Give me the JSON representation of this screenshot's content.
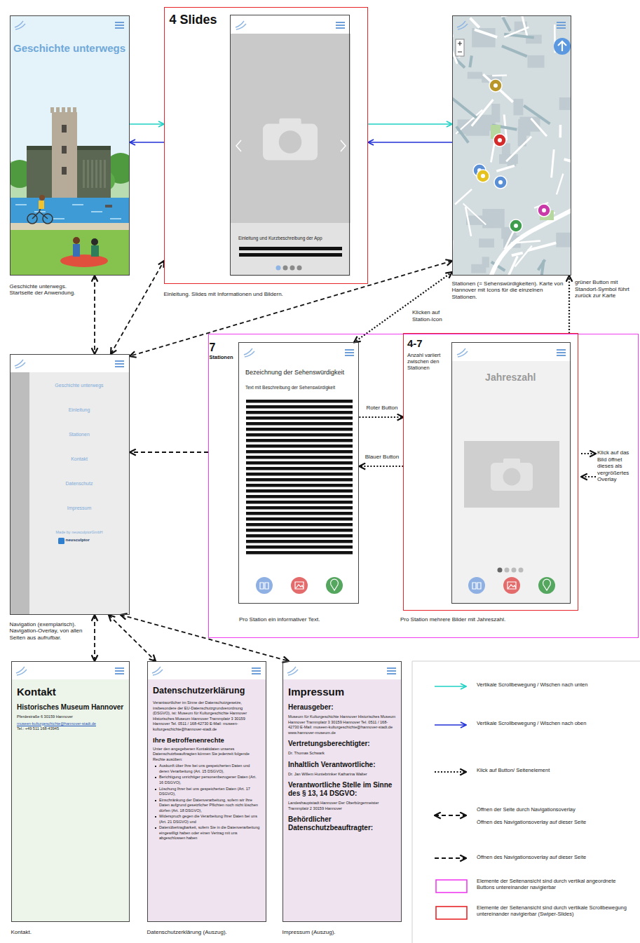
{
  "diagram": {
    "nodes": [
      {
        "text": [
          "Geschichte unterwegs",
          "Geschichte unterwegs. Startseite der Anwendung."
        ]
      },
      {
        "text": [
          "4 Slides",
          "Einleitung. Slides mit Informationen und Bildern."
        ]
      },
      {
        "text": [
          "Einleitung und Kurzbeschreibung der App"
        ],
        "in": 1
      },
      {
        "text": [
          "Stationen (= Sehenswürdigkeiten). Karte von Hannover mit Icons für die einzelnen Stationen."
        ]
      },
      {
        "text": [
          "Geschichte unterwegs",
          "Einleitung",
          "Stationen",
          "Kontakt",
          "Datenschutz",
          "Impressum",
          "Made by neusculptorGmbH",
          "neusculptor",
          "Navigation (exemplarisch). Navigation-Overlay, von allen Seiten aus aufrufbar."
        ]
      },
      {
        "text": [
          "7 Stationen"
        ]
      },
      {
        "text": [
          "Bezeichnung der Sehenswürdigkeit",
          "Text mit Beschreibung der Sehenswürdigkeit",
          "Pro Station ein informativer Text."
        ],
        "in": 5
      },
      {
        "text": [
          "4-7",
          "Anzahl variiert zwischen den Stationen",
          "Pro Station mehrere Bilder mit Jahreszahl."
        ],
        "in": 5
      },
      {
        "text": [
          "Jahreszahl"
        ],
        "in": 7
      },
      {
        "text": [
          "Kontakt",
          "Historisches Museum Hannover",
          "Pferdestraße 6 30159 Hannover",
          "museen-kulturgeschichte@hannover-stadt.de",
          "Tel.: +49 511 168-43945",
          "Kontakt."
        ]
      },
      {
        "text": [
          "Datenschutzerklärung",
          "Verantwortlicher im Sinne der Datenschutzgesetze, insbesondere der EU-Datenschutzgrundverordnung (DSGVO), ist: Museum für Kulturgeschichte Hannover Historisches Museum Hannover Trammplatz 3 30159 Hannover Tel. 0511 / 168-42730 E-Mail: museen-kulturgeschichte@hannover-stadt.de",
          "Ihre Betroffenenrechte",
          "Unter den angegebenen Kontaktdaten unseres Datenschutzbeauftragten können Sie jederzeit folgende Rechte ausüben:",
          "Auskunft über Ihre bei uns gespeicherten Daten und deren Verarbeitung (Art. 15 DSGVO),",
          "Berichtigung unrichtiger personenbezogener Daten (Art. 16 DSGVO),",
          "Löschung Ihrer bei uns gespeicherten Daten (Art. 17 DSGVO),",
          "Einschränkung der Datenverarbeitung, sofern wir Ihre Daten aufgrund gesetzlicher Pflichten noch nicht löschen dürfen (Art. 18 DSGVO),",
          "Widerspruch gegen die Verarbeitung Ihrer Daten bei uns (Art. 21 DSGVO) und",
          "Datenübertragbarkeit, sofern Sie in die Datenverarbeitung eingewilligt haben oder einen Vertrag mit uns abgeschlossen haben",
          "Datenschutzerklärung (Auszug)."
        ]
      },
      {
        "text": [
          "Impressum",
          "Herausgeber:",
          "Museum für Kulturgeschichte Hannover Historisches Museum Hannover Trammplatz 3 30159 Hannover Tel. 0511 / 168-42730 E-Mail: museen-kulturgeschichte@hannover-stadt.de www.hannover-museum.de",
          "Vertretungsberechtigter:",
          "Dr. Thomas Schwark",
          "Inhaltlich Verantwortliche:",
          "Dr. Jan Willem Huntebrinker Katharina Walter",
          "Verantwortliche Stelle im Sinne des § 13, 14 DSGVO:",
          "Landeshauptstadt Hannover Der Oberbürgermeister Trammplatz 2 30159 Hannover",
          "Behördlicher Datenschutzbeauftragter:",
          "Impressum (Auszug)."
        ]
      }
    ],
    "edges": [
      {
        "from": 0,
        "to": 1,
        "arrow": "to"
      },
      {
        "from": 1,
        "to": 0,
        "arrow": "to"
      },
      {
        "from": 1,
        "to": 3,
        "arrow": "to"
      },
      {
        "from": 3,
        "to": 1,
        "arrow": "to"
      },
      {
        "from": 0,
        "to": 4,
        "arrow": "both"
      },
      {
        "from": 4,
        "to": 1,
        "arrow": "both"
      },
      {
        "from": 3,
        "to": 4,
        "arrow": "both"
      },
      {
        "from": 3,
        "to": 6,
        "arrow": "both",
        "label": "Klicken auf Station-Icon"
      },
      {
        "from": 7,
        "to": 3,
        "arrow": "to",
        "label": "grüner Button mit Standort-Symbol führt zurück zur Karte"
      },
      {
        "from": 6,
        "to": 7,
        "arrow": "to",
        "label": "Roter Button"
      },
      {
        "from": 7,
        "to": 6,
        "arrow": "to",
        "label": "Blauer Button"
      },
      {
        "from": 5,
        "to": 4,
        "arrow": "to"
      },
      {
        "from": 4,
        "to": 9,
        "arrow": "both"
      },
      {
        "from": 4,
        "to": 10,
        "arrow": "both"
      },
      {
        "from": 4,
        "to": 11,
        "arrow": "both"
      }
    ],
    "labels": [
      "Klick auf das Bild öffnet dieses als vergrößertes Overlay"
    ],
    "legend": [
      {
        "text": "Vertikale Scrollbewegung / Wischen nach unten",
        "color": "#1fd1c4"
      },
      {
        "text": "Vertikale Scrollbewegung / Wischen nach oben",
        "color": "#1f2fd6"
      },
      {
        "text": "Klick auf Button/ Seitenelement"
      },
      {
        "text": "Öffnen der Seite durch Navigationsoverlay"
      },
      {
        "text": "Öffnen des Navigationsoverlay auf dieser Seite"
      },
      {
        "text": "Öffnen des Navigationsoverlay auf dieser Seite"
      },
      {
        "text": "Elemente der Seitenansicht sind durch vertikal angeordnete Buttons untereinander navigierbar",
        "color": "#f03cf0"
      },
      {
        "text": "Elemente der Seitenansicht sind durch vertikale Scrollbewegung untereinander navigierbar (Swiper-Slides)",
        "color": "#e8262a"
      }
    ]
  }
}
